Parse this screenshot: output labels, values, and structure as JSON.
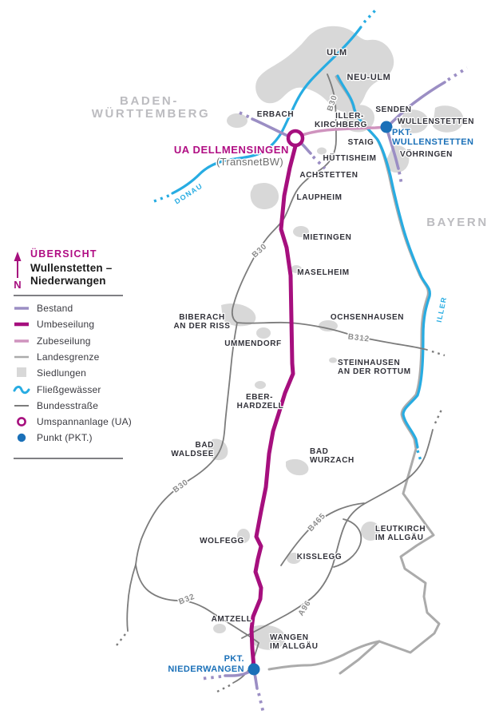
{
  "legend": {
    "title": "ÜBERSICHT",
    "subtitle": [
      "Wullenstetten –",
      "Niederwangen"
    ],
    "north_label": "N",
    "items": [
      "Bestand",
      "Umbeseilung",
      "Zubeseilung",
      "Landesgrenze",
      "Siedlungen",
      "Fließgewässer",
      "Bundesstraße",
      "Umspannanlage (UA)",
      "Punkt (PKT.)"
    ]
  },
  "map": {
    "regions": {
      "baden_wuerttemberg": [
        "BADEN-",
        "WÜRTTEMBERG"
      ],
      "bayern": "BAYERN"
    },
    "rivers": {
      "donau": "DONAU",
      "iller": "ILLER"
    },
    "road_labels": {
      "b30": "B30",
      "b312": "B312",
      "b465": "B465",
      "b32": "B32",
      "a96": "A96"
    },
    "towns": {
      "ulm": "ULM",
      "neu_ulm": "NEU-ULM",
      "erbach": "ERBACH",
      "iller_kirchberg": [
        "ILLER-",
        "KIRCHBERG"
      ],
      "senden": "SENDEN",
      "wullenstetten": "WULLENSTETTEN",
      "staig": "STAIG",
      "voehringen": "VÖHRINGEN",
      "huettisheim": "HÜTTISHEIM",
      "achstetten": "ACHSTETTEN",
      "laupheim": "LAUPHEIM",
      "mietingen": "MIETINGEN",
      "maselheim": "MASELHEIM",
      "ochsenhausen": "OCHSENHAUSEN",
      "biberach": [
        "BIBERACH",
        "AN DER RISS"
      ],
      "ummendorf": "UMMENDORF",
      "steinhausen": [
        "STEINHAUSEN",
        "AN DER ROTTUM"
      ],
      "eberhardzell": [
        "EBER-",
        "HARDZELL"
      ],
      "bad_waldsee": [
        "BAD",
        "WALDSEE"
      ],
      "bad_wurzach": [
        "BAD",
        "WURZACH"
      ],
      "wolfegg": "WOLFEGG",
      "kisslegg": "KISSLEGG",
      "leutkirch": [
        "LEUTKIRCH",
        "IM ALLGÄU"
      ],
      "amtzell": "AMTZELL",
      "wangen": [
        "WANGEN",
        "IM ALLGÄU"
      ]
    },
    "points": {
      "ua_dellmensingen": {
        "label": "UA DELLMENSINGEN",
        "sublabel": "(TransnetBW)"
      },
      "pkt_wullenstetten": [
        "PKT.",
        "WULLENSTETTEN"
      ],
      "pkt_niederwangen": [
        "PKT.",
        "NIEDERWANGEN"
      ]
    }
  },
  "colors": {
    "magenta_umbeseilung": "#a60f7e",
    "magenta_title": "#b00d83",
    "purple_bestand": "#9b8ec4",
    "pink_zubeseilung": "#cf93be",
    "gray_landesgrenze": "#ababab",
    "gray_bundesstrasse": "#7c7c7c",
    "gray_siedlungen": "#d8d8d8",
    "cyan_fliessgewaesser": "#27ace2",
    "blue_punkt": "#1a70b8",
    "text_dark": "#32323a",
    "text_region_gray": "#bcbcc0"
  }
}
